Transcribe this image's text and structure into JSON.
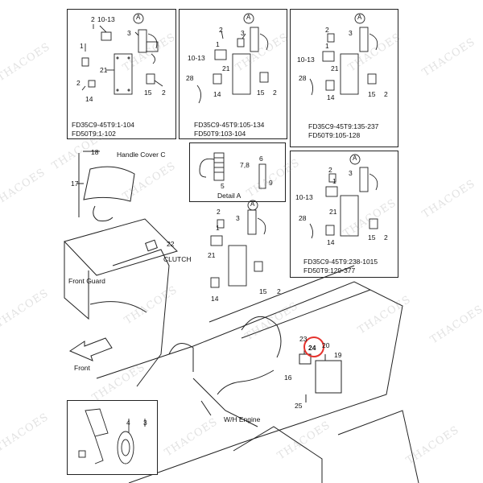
{
  "watermark": "THACOES",
  "colors": {
    "line": "#222222",
    "highlight": "#e5322d"
  },
  "panels": {
    "p1": {
      "caption_1": "FD35C9-45T9:1-104",
      "caption_2": "FD50T9:1-102"
    },
    "p2": {
      "caption_1": "FD35C9-45T9:105-134",
      "caption_2": "FD50T9:103-104"
    },
    "p3": {
      "caption_1": "FD35C9-45T9:135-237",
      "caption_2": "FD50T9:105-128"
    },
    "p4": {
      "caption_1": "FD35C9-45T9:238-1015",
      "caption_2": "FD50T9:129-377"
    },
    "detail": {
      "title": "Detail  A"
    }
  },
  "labels": {
    "handle_cover": "Handle Cover C",
    "clutch": "CLUTCH",
    "front_guard": "Front Guard",
    "front": "Front",
    "wh_engine": "W/H Engine",
    "callout_a": "A"
  },
  "part_numbers": {
    "n1": "1",
    "n2": "2",
    "n3": "3",
    "n4": "4",
    "n5": "5",
    "n6": "6",
    "n7_8": "7,8",
    "n9": "9",
    "n10_13": "10-13",
    "n14": "14",
    "n15": "15",
    "n16": "16",
    "n17": "17",
    "n18": "18",
    "n19": "19",
    "n20": "20",
    "n21": "21",
    "n22": "22",
    "n23": "23",
    "n24": "24",
    "n25": "25",
    "n28": "28"
  },
  "highlighted_part": "24"
}
